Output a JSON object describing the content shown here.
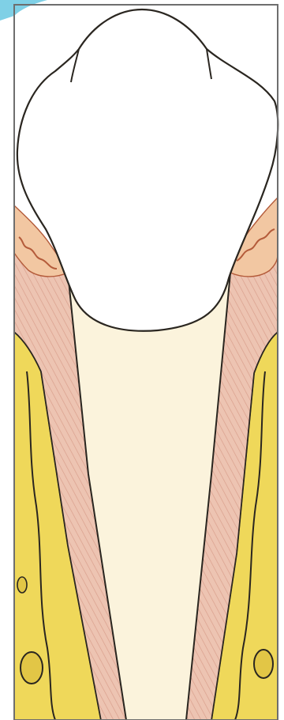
{
  "colors": {
    "background": "#ffffff",
    "frame": "#6e6e6e",
    "corner_accent": "#7fd0e6",
    "enamel": "#ffffff",
    "root_pulp": "#fbf3dc",
    "ligament": "#edc4b2",
    "ligament_stripe": "#d99f8c",
    "gingiva": "#f2c7a2",
    "gingiva_texture": "#b45b3a",
    "bone": "#efd85a",
    "bone_dark": "#e2c646",
    "outline": "#2a2620"
  },
  "parts": [
    "crown",
    "root",
    "periodontal-ligament",
    "gingiva",
    "alveolar-bone"
  ]
}
